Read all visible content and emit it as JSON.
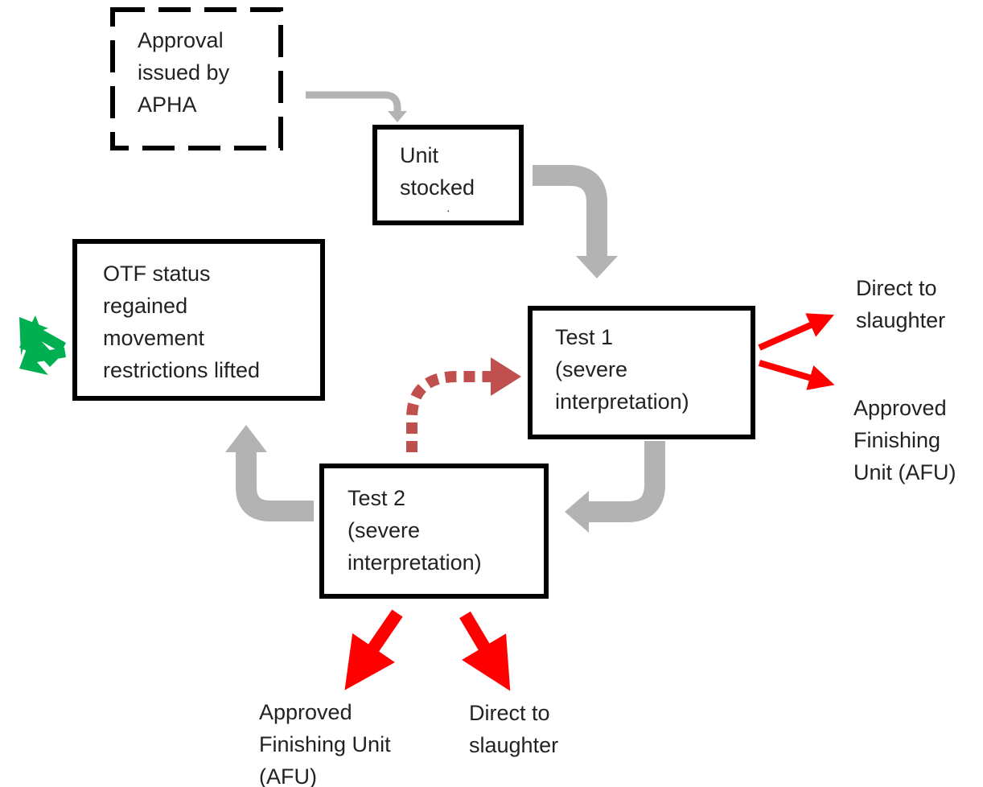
{
  "nodes": {
    "approval": {
      "lines": [
        "Approval",
        "issued by",
        "APHA"
      ]
    },
    "unit_stocked": {
      "lines": [
        "Unit",
        "stocked",
        "·"
      ]
    },
    "otf_status": {
      "lines": [
        "OTF status",
        "regained",
        "movement",
        "restrictions lifted"
      ]
    },
    "test1": {
      "lines": [
        "Test 1",
        "(severe",
        "interpretation)"
      ]
    },
    "test2": {
      "lines": [
        "Test 2",
        "(severe",
        "interpretation)"
      ]
    }
  },
  "outcomes": {
    "test1_slaughter": {
      "lines": [
        "Direct to",
        "slaughter"
      ]
    },
    "test1_afu": {
      "lines": [
        "Approved",
        "Finishing",
        "Unit (AFU)"
      ]
    },
    "test2_afu": {
      "lines": [
        "Approved",
        "Finishing Unit",
        "(AFU)"
      ]
    },
    "test2_slaughter": {
      "lines": [
        "Direct to",
        "slaughter"
      ]
    }
  },
  "colors": {
    "flow_arrow": "#b3b3b3",
    "exit_arrow": "#ff0000",
    "retest_arrow": "#c0504d",
    "lifted_arrow": "#00b050",
    "box_border": "#000000"
  },
  "icons": {
    "retest_cycle": "cycle-arrows-icon",
    "movement_lifted": "multi-direction-arrows-icon"
  }
}
